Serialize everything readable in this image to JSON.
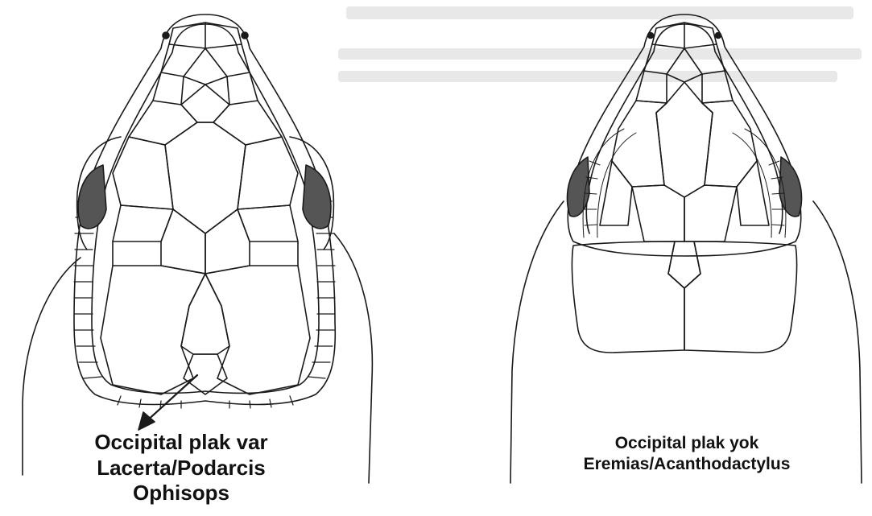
{
  "left_figure": {
    "caption_line1": "Occipital plak var",
    "caption_line2": "Lacerta/Podarcis",
    "caption_line3": "Ophisops"
  },
  "right_figure": {
    "caption_line1": "Occipital plak yok",
    "caption_line2": "Eremias/Acanthodactylus"
  },
  "colors": {
    "ink": "#1a1a1a",
    "paper": "#ffffff",
    "eye_fill": "#555555"
  }
}
